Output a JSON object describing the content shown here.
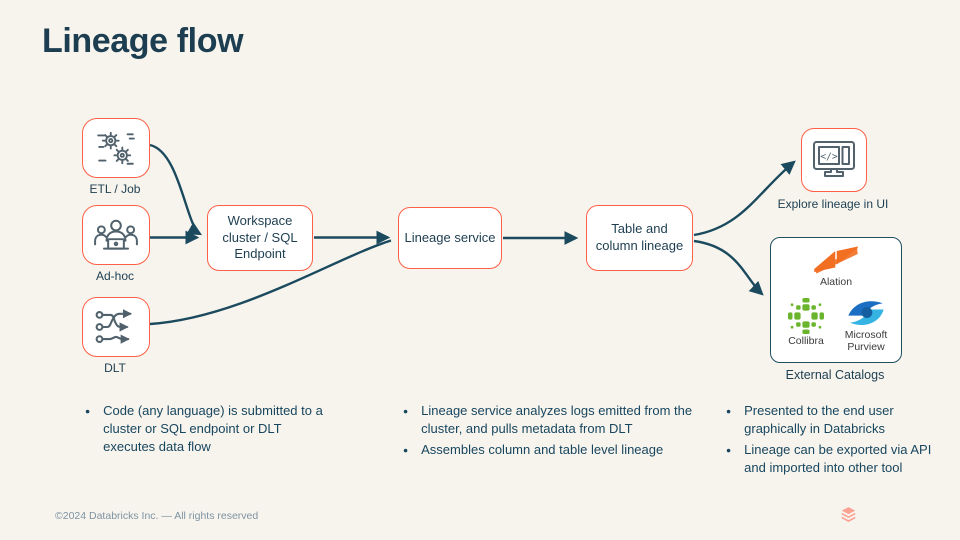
{
  "slide": {
    "title": "Lineage flow",
    "footer": "©2024 Databricks Inc. — All rights reserved"
  },
  "colors": {
    "background": "#f7f4ee",
    "accent": "#ff5f46",
    "navy": "#1d3e50",
    "arrow": "#1b4a5e",
    "catalog_border": "#20505f",
    "bullet_text": "#18465e",
    "footer_text": "#7e93a1",
    "alation_orange": "#f26e21",
    "collibra_green": "#6ab42e",
    "purview_blue_dark": "#1b6ec2",
    "purview_blue_light": "#35b4e4"
  },
  "diagram": {
    "sources": [
      {
        "label": "ETL / Job",
        "icon": "gears-icon"
      },
      {
        "label": "Ad-hoc",
        "icon": "people-laptop-icon"
      },
      {
        "label": "DLT",
        "icon": "pipeline-arrows-icon"
      }
    ],
    "workspace": {
      "label": "Workspace cluster / SQL Endpoint"
    },
    "lineage_service": {
      "label": "Lineage service"
    },
    "table_column": {
      "label": "Table and column lineage"
    },
    "explore": {
      "label": "Explore lineage in UI",
      "icon": "monitor-code-icon"
    },
    "external_catalogs": {
      "label": "External Catalogs",
      "items": [
        {
          "name": "Alation"
        },
        {
          "name": "Collibra"
        },
        {
          "name": "Microsoft Purview"
        }
      ]
    }
  },
  "bullets": {
    "col1": [
      "Code (any language) is submitted to a cluster or SQL endpoint or DLT executes data flow"
    ],
    "col2": [
      "Lineage service analyzes logs emitted from the cluster, and pulls metadata from DLT",
      "Assembles column and table level lineage"
    ],
    "col3": [
      "Presented to the end user graphically in Databricks",
      "Lineage can be exported via API and imported into other tool"
    ]
  }
}
